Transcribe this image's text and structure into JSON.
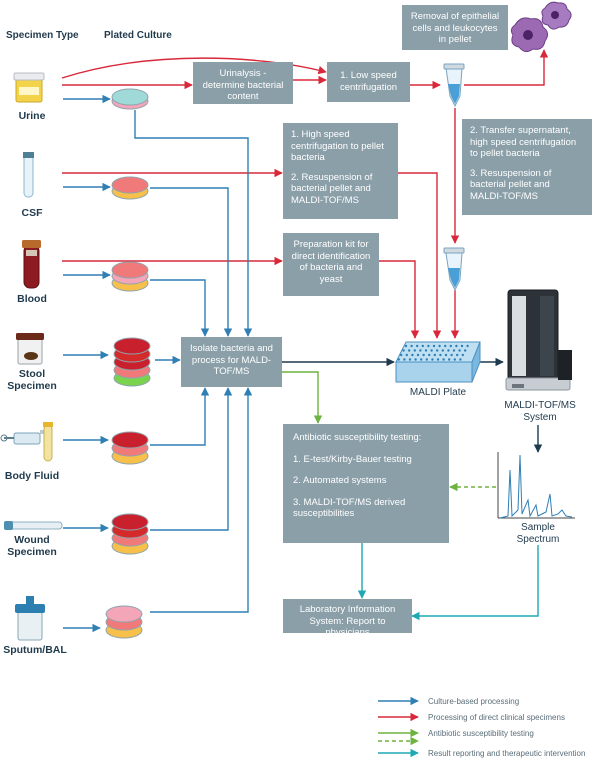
{
  "headers": {
    "specimen_type": "Specimen Type",
    "plated_culture": "Plated Culture"
  },
  "specimens": [
    {
      "label": "Urine"
    },
    {
      "label": "CSF"
    },
    {
      "label": "Blood"
    },
    {
      "label": "Stool\nSpecimen"
    },
    {
      "label": "Body Fluid"
    },
    {
      "label": "Wound\nSpecimen"
    },
    {
      "label": "Sputum/BAL"
    }
  ],
  "boxes": {
    "urinalysis": "Urinalysis - determine bacterial content",
    "low_speed": "1. Low speed centrifugation",
    "removal": "Removal of epithelial cells and leukocytes in pellet",
    "high_speed_1": "1. High speed centrifugation to pellet bacteria",
    "high_speed_2": "2. Resuspension of bacterial pellet and MALDI-TOF/MS",
    "transfer_1": "2. Transfer supernatant, high speed centrifugation to pellet bacteria",
    "transfer_2": "3. Resuspension of bacterial pellet and MALDI-TOF/MS",
    "prep_kit": "Preparation kit for direct identification of bacteria and yeast",
    "isolate": "Isolate bacteria and process for MALD-TOF/MS",
    "ast_title": "Antibiotic susceptibility testing:",
    "ast_1": "1. E-test/Kirby-Bauer testing",
    "ast_2": "2. Automated systems",
    "ast_3": "3. MALDI-TOF/MS derived susceptibilities",
    "lis": "Laboratory Information System: Report to physicians"
  },
  "labels": {
    "maldi_plate": "MALDI Plate",
    "maldi_system": "MALDI-TOF/MS\nSystem",
    "sample_spectrum": "Sample\nSpectrum"
  },
  "legend": [
    {
      "label": "Culture-based processing",
      "color": "#2f7fb5",
      "style": "solid"
    },
    {
      "label": "Processing of direct clinical specimens",
      "color": "#d8283a",
      "style": "solid"
    },
    {
      "label": "Antibiotic susceptibility testing",
      "color": "#6db33f",
      "style": "solid"
    },
    {
      "label": "",
      "color": "#6db33f",
      "style": "dashed"
    },
    {
      "label": "Result reporting and therapeutic intervention",
      "color": "#1fa9b5",
      "style": "solid"
    }
  ],
  "colors": {
    "culture": "#2f7fb5",
    "direct": "#d8283a",
    "ast": "#6db33f",
    "report": "#1fa9b5",
    "box": "#8a9fa8",
    "dark": "#1f3a4d"
  }
}
